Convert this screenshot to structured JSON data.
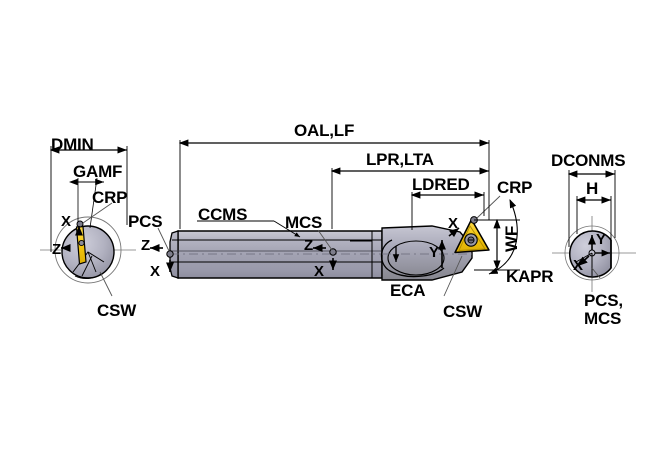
{
  "drawing": {
    "title": "Boring bar technical dimension diagram",
    "background": "#ffffff",
    "colors": {
      "line": "#000000",
      "body_fill": "#a7a7b6",
      "body_light": "#c3c3cf",
      "body_dark": "#8f8f9f",
      "insert_fill": "#f5c518",
      "insert_dark": "#d9a800",
      "circle_fill": "#b6b6c4",
      "thin_line": "#555555"
    }
  },
  "labels": {
    "dmin": "DMIN",
    "gamf": "GAMF",
    "crp_left": "CRP",
    "csw_left": "CSW",
    "pcs_left": "PCS",
    "ccms": "CCMS",
    "mcs": "MCS",
    "oal_lf": "OAL,LF",
    "lpr_lta": "LPR,LTA",
    "ldred": "LDRED",
    "crp_right": "CRP",
    "wf": "WF",
    "kapr": "KAPR",
    "eca": "ECA",
    "csw_right": "CSW",
    "dconms": "DCONMS",
    "h": "H",
    "pcs_mcs_line1": "PCS,",
    "pcs_mcs_line2": "MCS"
  },
  "axes": {
    "left_circle": {
      "x": "X",
      "z": "Z"
    },
    "bar_left": {
      "x": "X",
      "z": "Z"
    },
    "bar_mid": {
      "x": "X",
      "z": "Z"
    },
    "head": {
      "x": "X",
      "y": "Y"
    },
    "right_circle": {
      "x": "X",
      "y": "Y"
    }
  },
  "chart_data": {
    "type": "table",
    "title": "Boring bar dimension callouts",
    "categories": [
      "DMIN",
      "GAMF",
      "CRP",
      "CSW",
      "PCS",
      "CCMS",
      "MCS",
      "OAL,LF",
      "LPR,LTA",
      "LDRED",
      "WF",
      "KAPR",
      "ECA",
      "DCONMS",
      "H"
    ],
    "values": []
  }
}
